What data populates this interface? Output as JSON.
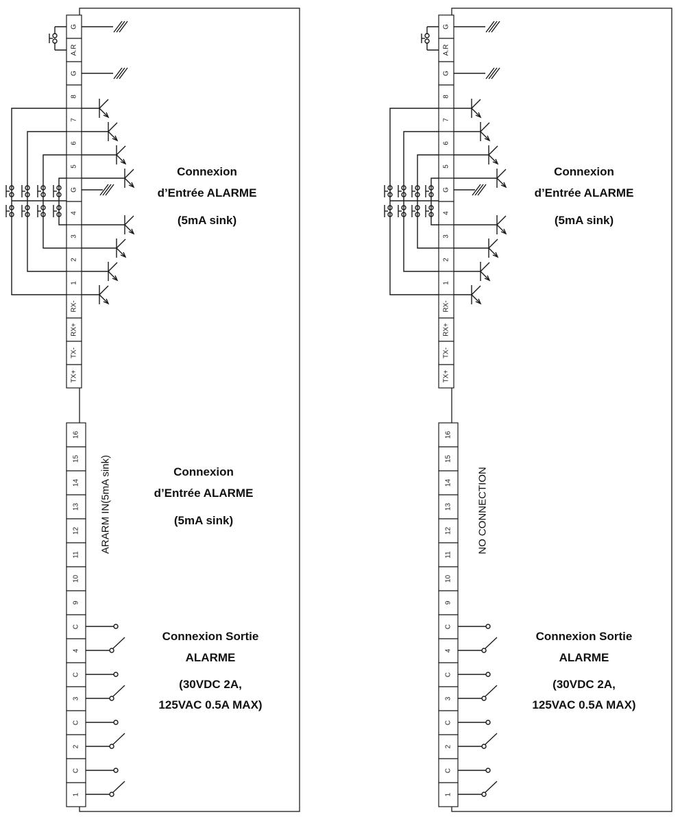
{
  "panels": [
    {
      "id": "left",
      "upper_pins": [
        "G",
        "A.R",
        "G",
        "8",
        "7",
        "6",
        "5",
        "G",
        "4",
        "3",
        "2",
        "1",
        "RX-",
        "RX+",
        "TX-",
        "TX+"
      ],
      "lower_pins": [
        "16",
        "15",
        "14",
        "13",
        "12",
        "11",
        "10",
        "9",
        "C",
        "4",
        "C",
        "3",
        "C",
        "2",
        "C",
        "1"
      ],
      "vertical_note": "ARARM IN(5mA sink)",
      "top_info": [
        "Connexion",
        "d’Entrée ALARME",
        "(5mA sink)"
      ],
      "mid_info": [
        "Connexion",
        "d’Entrée ALARME",
        "(5mA sink)"
      ],
      "bottom_info": [
        "Connexion Sortie",
        "ALARME",
        "(30VDC 2A,",
        "125VAC 0.5A MAX)"
      ]
    },
    {
      "id": "right",
      "upper_pins": [
        "G",
        "A.R",
        "G",
        "8",
        "7",
        "6",
        "5",
        "G",
        "4",
        "3",
        "2",
        "1",
        "RX-",
        "RX+",
        "TX-",
        "TX+"
      ],
      "lower_pins": [
        "16",
        "15",
        "14",
        "13",
        "12",
        "11",
        "10",
        "9",
        "C",
        "4",
        "C",
        "3",
        "C",
        "2",
        "C",
        "1"
      ],
      "vertical_note": "NO CONNECTION",
      "top_info": [
        "Connexion",
        "d’Entrée ALARME",
        "(5mA sink)"
      ],
      "mid_info": [],
      "bottom_info": [
        "Connexion Sortie",
        "ALARME",
        "(30VDC 2A,",
        "125VAC 0.5A MAX)"
      ]
    }
  ],
  "colors": {
    "line": "#1a1a1a",
    "text": "#111111",
    "background": "#ffffff"
  }
}
